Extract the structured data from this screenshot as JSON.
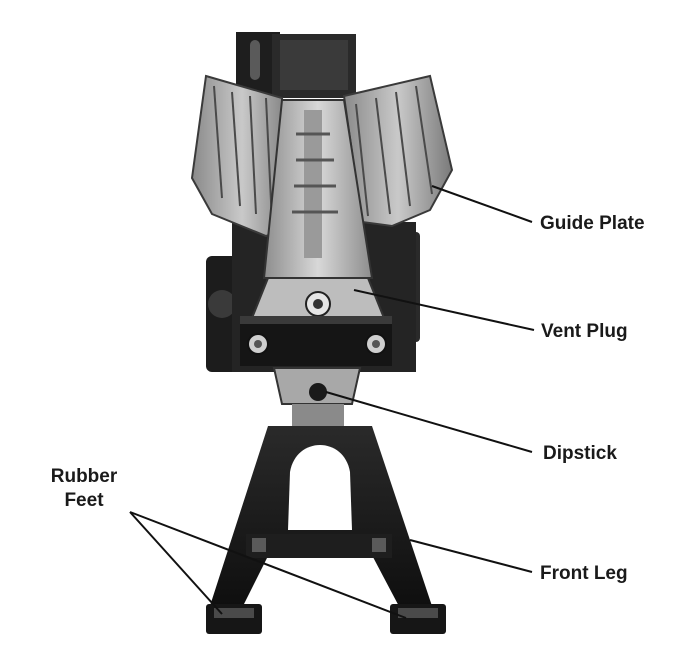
{
  "labels": {
    "guide_plate": "Guide Plate",
    "vent_plug": "Vent Plug",
    "dipstick": "Dipstick",
    "front_leg": "Front Leg",
    "rubber_feet_line1": "Rubber",
    "rubber_feet_line2": "Feet"
  },
  "colors": {
    "background": "#ffffff",
    "metal_dark": "#1c1c1c",
    "metal_mid": "#6e6e6e",
    "metal_light": "#b9b9b9",
    "leader_line": "#111111"
  }
}
